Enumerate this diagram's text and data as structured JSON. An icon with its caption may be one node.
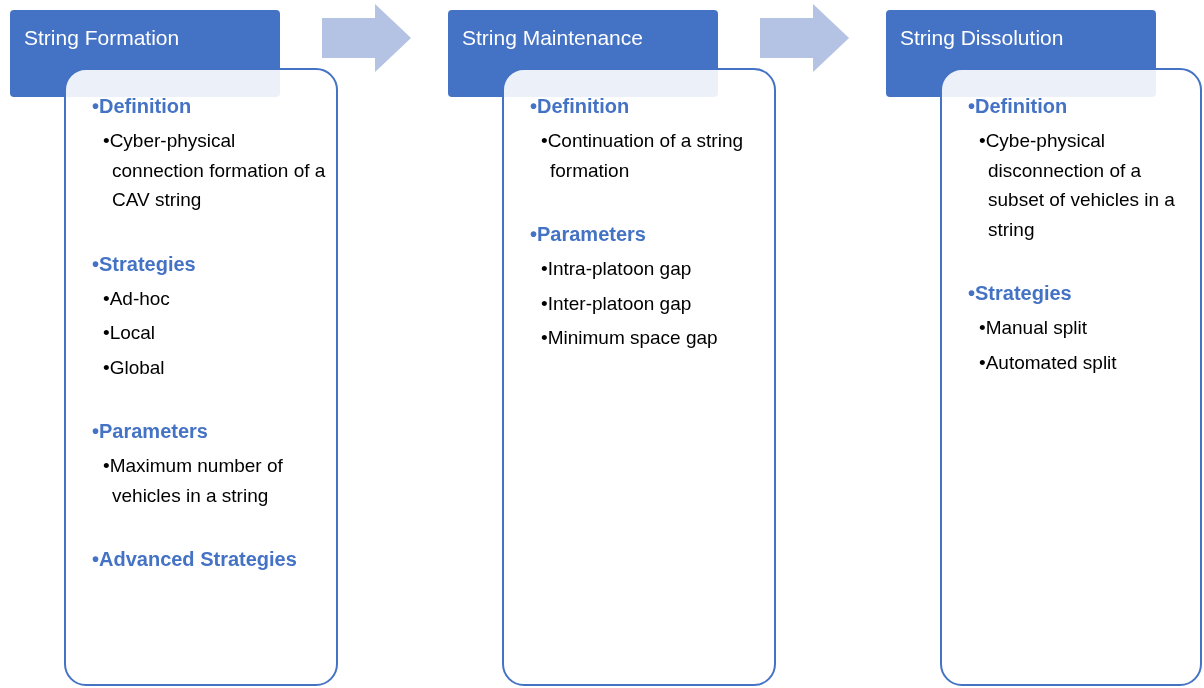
{
  "diagram": {
    "nodes": [
      {
        "text": [
          "String Formation"
        ]
      },
      {
        "text": [
          "•Definition",
          "•Cyber-physical connection formation of a CAV string",
          "•Strategies",
          "•Ad-hoc",
          "•Local",
          "•Global",
          "•Parameters",
          "•Maximum number of vehicles in a string",
          "•Advanced Strategies"
        ]
      },
      {
        "text": [
          "String Maintenance"
        ]
      },
      {
        "text": [
          "•Definition",
          "•Continuation of a string formation",
          "•Parameters",
          "•Intra-platoon gap",
          "•Inter-platoon gap",
          "•Minimum space gap"
        ]
      },
      {
        "text": [
          "String Dissolution"
        ]
      },
      {
        "text": [
          "•Definition",
          "•Cybe-physical disconnection of a subset of vehicles in a string",
          "•Strategies",
          "•Manual split",
          "•Automated split"
        ]
      }
    ],
    "edges": [
      {
        "from": 0,
        "to": 2,
        "arrow": "to"
      },
      {
        "from": 2,
        "to": 4,
        "arrow": "to"
      }
    ]
  }
}
